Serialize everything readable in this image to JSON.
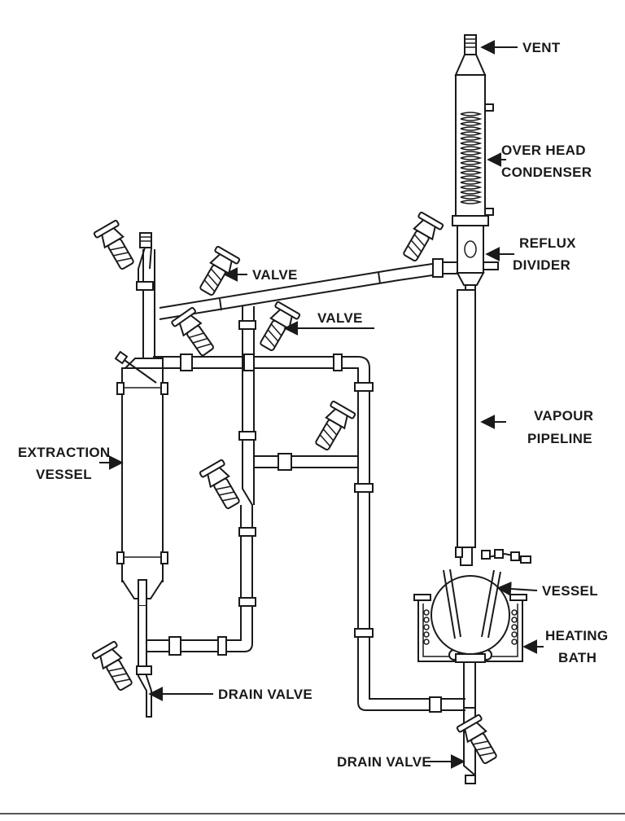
{
  "labels": {
    "vent": "VENT",
    "over_head": "OVER HEAD",
    "condenser": "CONDENSER",
    "reflux": "REFLUX",
    "divider": "DIVIDER",
    "valve_upper": "VALVE",
    "valve_lower": "VALVE",
    "extraction": "EXTRACTION",
    "vessel_word": "VESSEL",
    "vapour": "VAPOUR",
    "pipeline": "PIPELINE",
    "vessel": "VESSEL",
    "heating": "HEATING",
    "bath": "BATH",
    "drain_valve_left": "DRAIN VALVE",
    "drain_valve_right": "DRAIN VALVE"
  },
  "colors": {
    "line": "#1a1a1a",
    "background": "#ffffff"
  }
}
